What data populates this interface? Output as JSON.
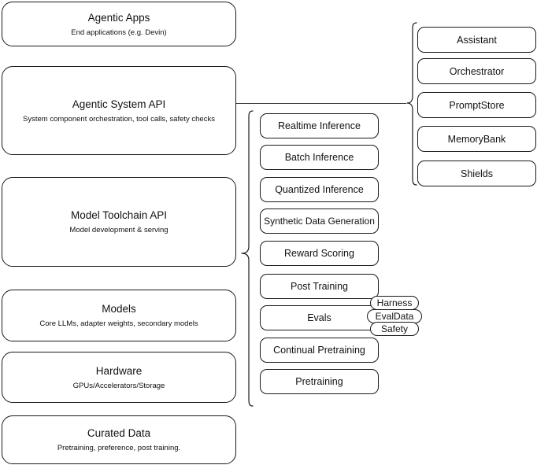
{
  "diagram": {
    "title": "AI stack layered architecture diagram",
    "stroke_color": "#1a1a1a",
    "background_color": "#ffffff",
    "layers": [
      {
        "name": "agentic-apps",
        "title": "Agentic Apps",
        "subtitle": "End applications (e.g. Devin)"
      },
      {
        "name": "agentic-system-api",
        "title": "Agentic System API",
        "subtitle": "System component orchestration, tool calls, safety checks"
      },
      {
        "name": "model-toolchain-api",
        "title": "Model Toolchain API",
        "subtitle": "Model development & serving"
      },
      {
        "name": "models",
        "title": "Models",
        "subtitle": "Core LLMs, adapter weights, secondary models"
      },
      {
        "name": "hardware",
        "title": "Hardware",
        "subtitle": "GPUs/Accelerators/Storage"
      },
      {
        "name": "curated-data",
        "title": "Curated Data",
        "subtitle": "Pretraining, preference, post training."
      }
    ],
    "toolchain_components": [
      "Realtime Inference",
      "Batch Inference",
      "Quantized Inference",
      "Synthetic Data Generation",
      "Reward Scoring",
      "Post Training",
      "Evals",
      "Continual Pretraining",
      "Pretraining"
    ],
    "system_components": [
      "Assistant",
      "Orchestrator",
      "PromptStore",
      "MemoryBank",
      "Shields"
    ],
    "evals_tags": [
      "Harness",
      "EvalData",
      "Safety"
    ]
  }
}
